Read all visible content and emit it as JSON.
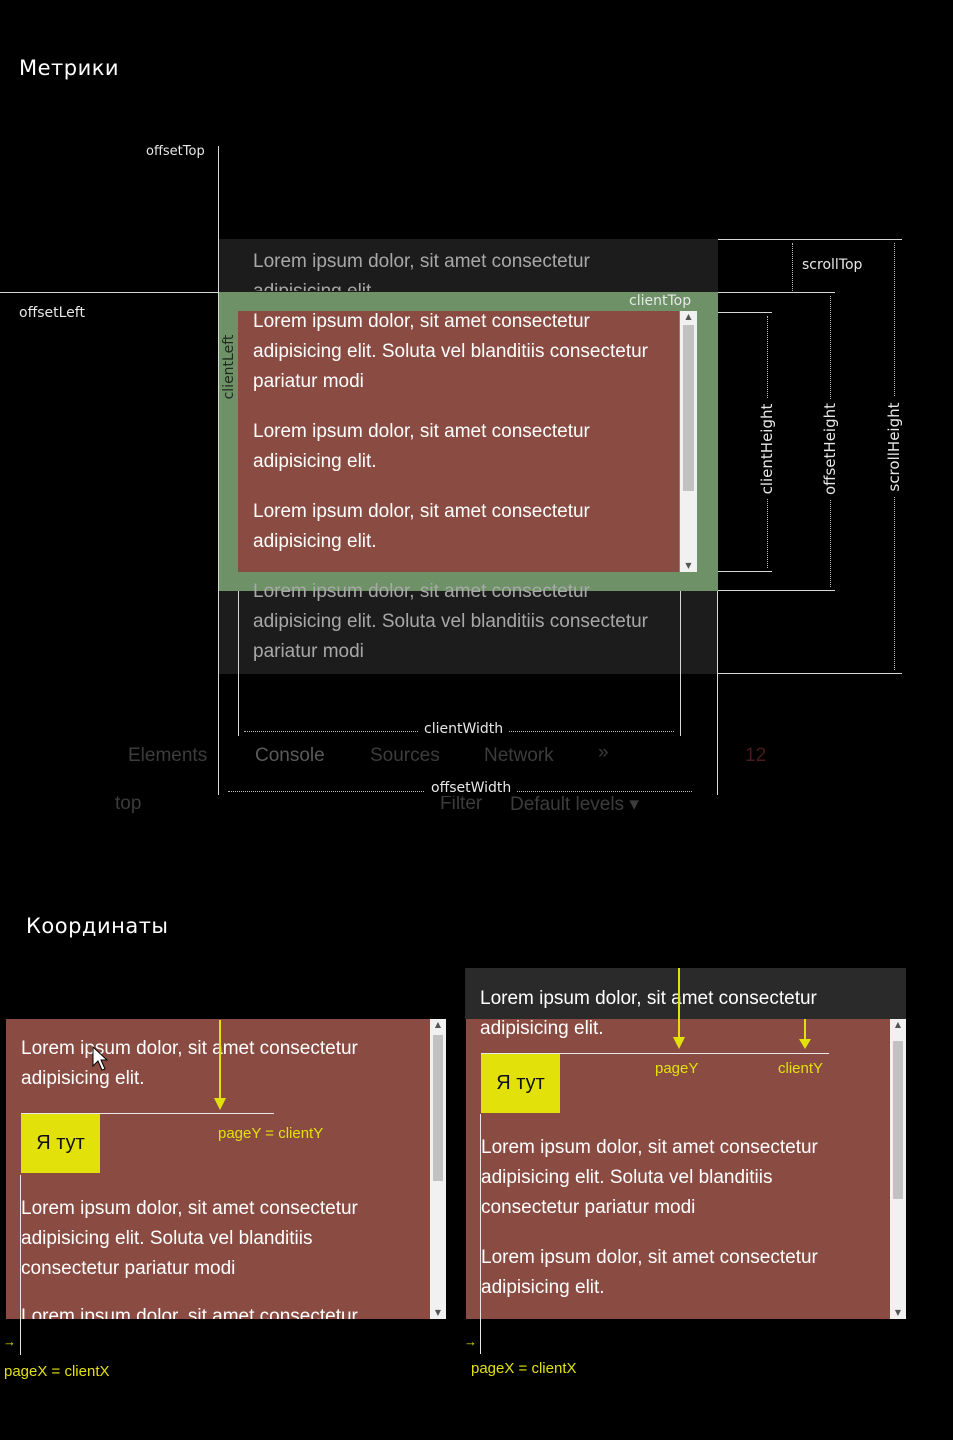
{
  "metrics": {
    "title": "Метрики",
    "labels": {
      "offsetTop": "offsetTop",
      "offsetLeft": "offsetLeft",
      "scrollTop": "scrollTop",
      "clientTop": "clientTop",
      "clientLeft": "clientLeft",
      "clientHeight": "clientHeight",
      "offsetHeight": "offsetHeight",
      "scrollHeight": "scrollHeight",
      "clientWidth": "clientWidth",
      "offsetWidth": "offsetWidth"
    },
    "hidden_top_text": "Lorem ipsum dolor, sit amet consectetur adipisicing elit.",
    "visible_paragraphs": [
      "Lorem ipsum dolor, sit amet consectetur adipisicing elit. Soluta vel blanditiis consectetur pariatur modi",
      "Lorem ipsum dolor, sit amet consectetur adipisicing elit.",
      "Lorem ipsum dolor, sit amet consectetur adipisicing elit."
    ],
    "hidden_bottom_text": "Lorem ipsum dolor, sit amet consectetur adipisicing elit. Soluta vel blanditiis consectetur pariatur modi",
    "devtools": {
      "tabs": [
        "Elements",
        "Console",
        "Sources",
        "Network"
      ],
      "more": "»",
      "count": "12",
      "context": "top",
      "filter": "Filter",
      "levels": "Default levels ▾"
    }
  },
  "coordinates": {
    "title": "Координаты",
    "left_panel": {
      "paragraph_1": "Lorem ipsum dolor, sit amet consectetur adipisicing elit.",
      "box_label": "Я тут",
      "paragraph_2": "Lorem ipsum dolor, sit amet consectetur adipisicing elit. Soluta vel blanditiis consectetur pariatur modi",
      "paragraph_3": "Lorem ipsum dolor, sit amet consectetur",
      "label_y": "pageY = clientY",
      "label_x": "pageX = clientX"
    },
    "right_panel": {
      "scrolled_text": "Lorem ipsum dolor, sit amet consectetur adipisicing elit.",
      "box_label": "Я тут",
      "paragraph_2": "Lorem ipsum dolor, sit amet consectetur adipisicing elit. Soluta vel blanditiis consectetur pariatur modi",
      "paragraph_3": "Lorem ipsum dolor, sit amet consectetur adipisicing elit.",
      "label_pageY": "pageY",
      "label_clientY": "clientY",
      "label_x": "pageX = clientX"
    }
  },
  "colors": {
    "background": "#000000",
    "border_green": "#6e9168",
    "content_red": "#8a4c42",
    "highlight_yellow": "#e2e20a"
  }
}
